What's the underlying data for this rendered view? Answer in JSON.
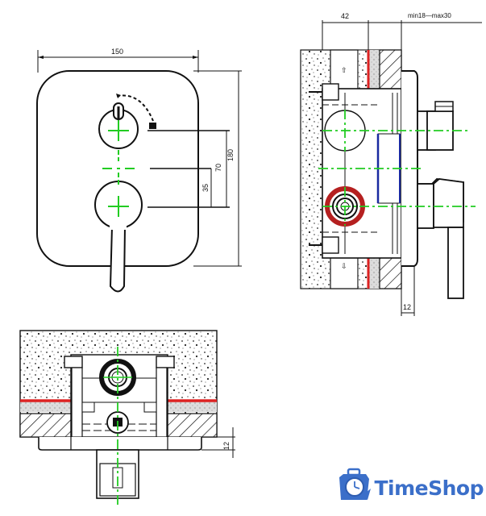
{
  "front_view": {
    "width_label": "150",
    "height_label": "180",
    "spacing_center_label": "70",
    "spacing_half_label": "35"
  },
  "side_view": {
    "depth_label": "42",
    "wall_range_label": "min18—max30",
    "plate_thickness_label": "12"
  },
  "top_view": {
    "plate_thickness_label": "12"
  },
  "colors": {
    "centerline": "#22cc22",
    "seal_red": "#dd2222",
    "bracket_blue": "#1a2aa0",
    "logo_blue": "#3b6fc9"
  },
  "logo": {
    "icon": "clock-bag-icon",
    "text": "TimeShop"
  }
}
